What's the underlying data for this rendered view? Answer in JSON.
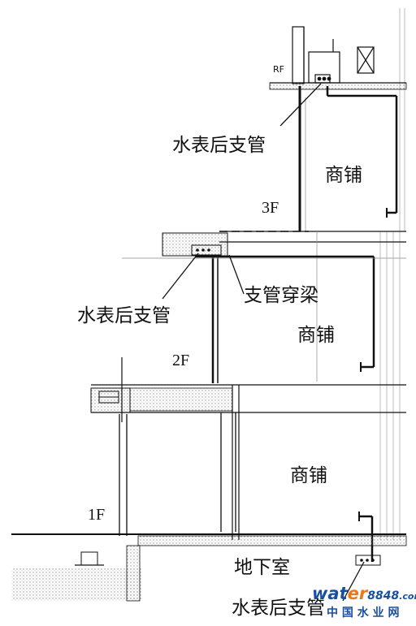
{
  "labels": {
    "rf": "RF",
    "floor_3f": "3F",
    "floor_2f": "2F",
    "floor_1f": "1F",
    "meter_branch_top": "水表后支管",
    "meter_branch_mid": "水表后支管",
    "meter_branch_bottom": "水表后支管",
    "shop_3f": "商铺",
    "shop_2f": "商铺",
    "shop_1f": "商铺",
    "branch_through_beam": "支管穿梁",
    "basement": "地下室"
  },
  "watermark": {
    "brand_part1": "wat",
    "brand_part2": "er",
    "brand_num": "8848",
    "brand_suffix": ".com",
    "cn_text": "中 国 水 业 网",
    "color_blue": "#1a4fa0",
    "color_orange": "#e8781e"
  },
  "colors": {
    "line": "#111111",
    "hatch": "#9a9a9a",
    "faint": "#b5b5b5"
  }
}
